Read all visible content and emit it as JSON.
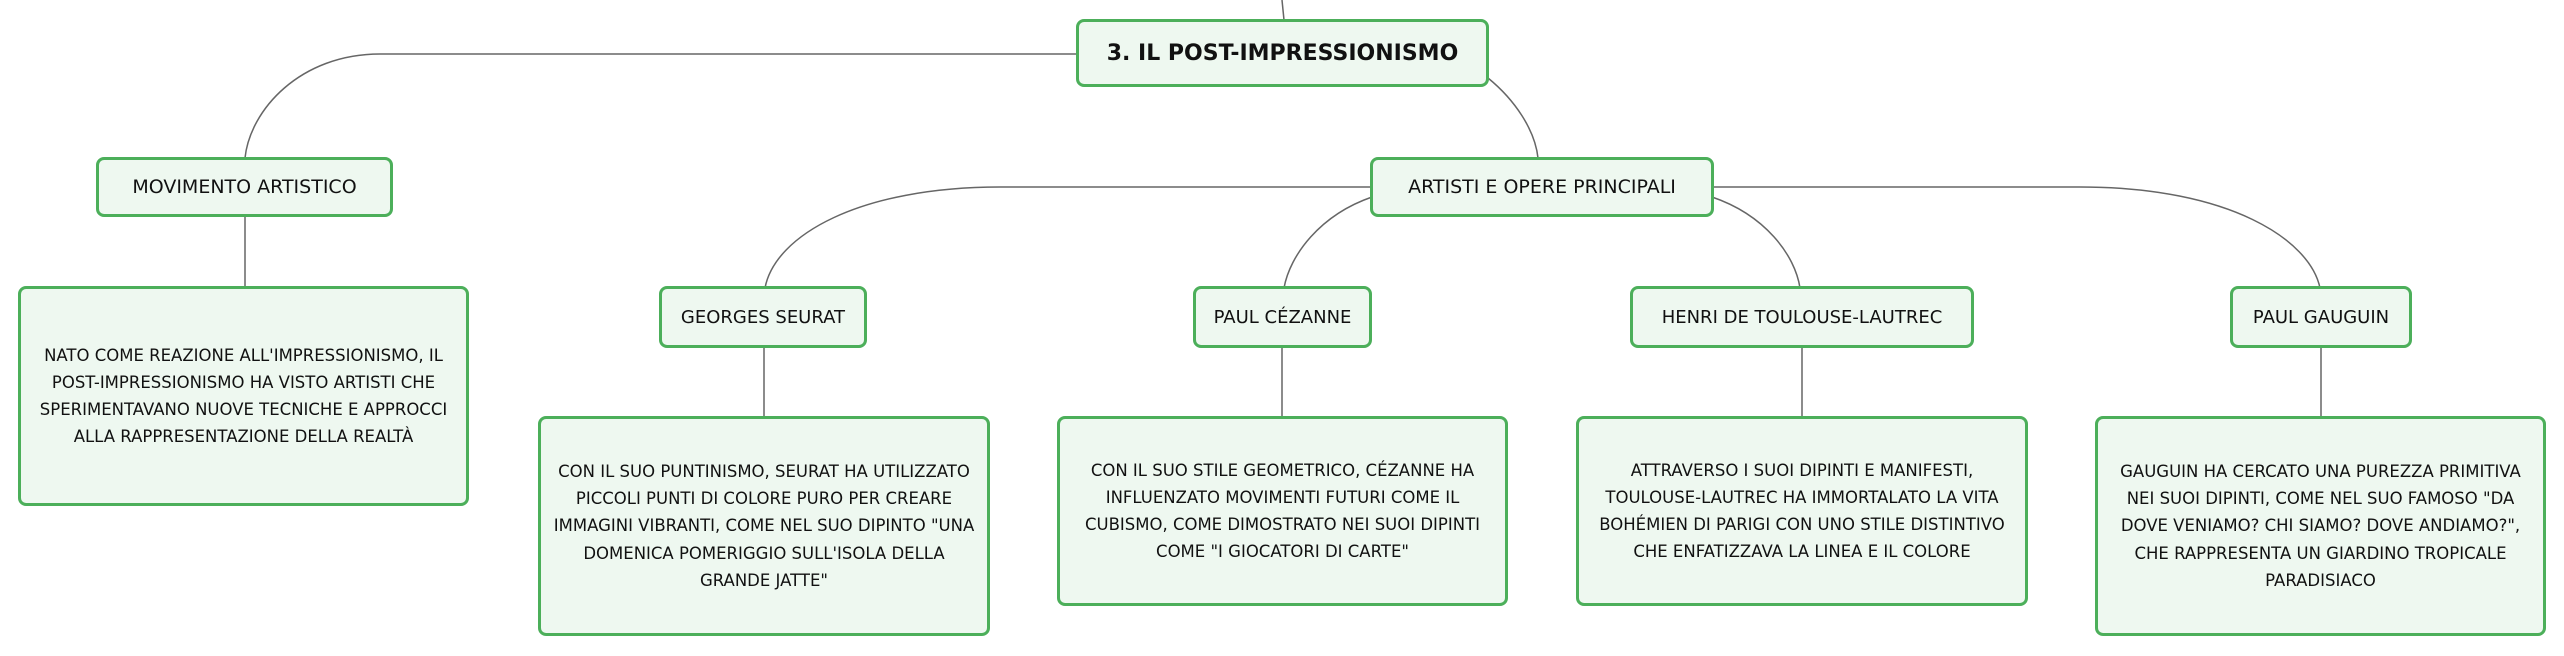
{
  "colors": {
    "node_fill": "#eef8f0",
    "node_border": "#4caf5a",
    "connector": "#666666"
  },
  "root": {
    "label": "3. IL POST-IMPRESSIONISMO"
  },
  "branches": {
    "movimento": {
      "label": "MOVIMENTO ARTISTICO",
      "description": "NATO COME REAZIONE ALL'IMPRESSIONISMO, IL POST-IMPRESSIONISMO HA VISTO ARTISTI CHE SPERIMENTAVANO NUOVE TECNICHE E APPROCCI ALLA RAPPRESENTAZIONE DELLA REALTÀ"
    },
    "artisti": {
      "label": "ARTISTI E OPERE PRINCIPALI",
      "children": {
        "seurat": {
          "label": "GEORGES SEURAT",
          "description": "CON IL SUO PUNTINISMO, SEURAT HA UTILIZZATO PICCOLI PUNTI DI COLORE PURO PER CREARE IMMAGINI VIBRANTI, COME NEL SUO DIPINTO \"UNA DOMENICA POMERIGGIO SULL'ISOLA DELLA GRANDE JATTE\""
        },
        "cezanne": {
          "label": "PAUL CÉZANNE",
          "description": "CON IL SUO STILE GEOMETRICO, CÉZANNE HA INFLUENZATO MOVIMENTI FUTURI COME IL CUBISMO, COME DIMOSTRATO NEI SUOI DIPINTI COME \"I GIOCATORI DI CARTE\""
        },
        "lautrec": {
          "label": "HENRI DE TOULOUSE-LAUTREC",
          "description": "ATTRAVERSO I SUOI DIPINTI E MANIFESTI, TOULOUSE-LAUTREC HA IMMORTALATO LA VITA BOHÉMIEN DI PARIGI CON UNO STILE DISTINTIVO CHE ENFATIZZAVA LA LINEA E IL COLORE"
        },
        "gauguin": {
          "label": "PAUL GAUGUIN",
          "description": "GAUGUIN HA CERCATO UNA PUREZZA PRIMITIVA NEI SUOI DIPINTI, COME NEL SUO FAMOSO \"DA DOVE VENIAMO? CHI SIAMO? DOVE ANDIAMO?\", CHE RAPPRESENTA UN GIARDINO TROPICALE PARADISIACO"
        }
      }
    }
  }
}
